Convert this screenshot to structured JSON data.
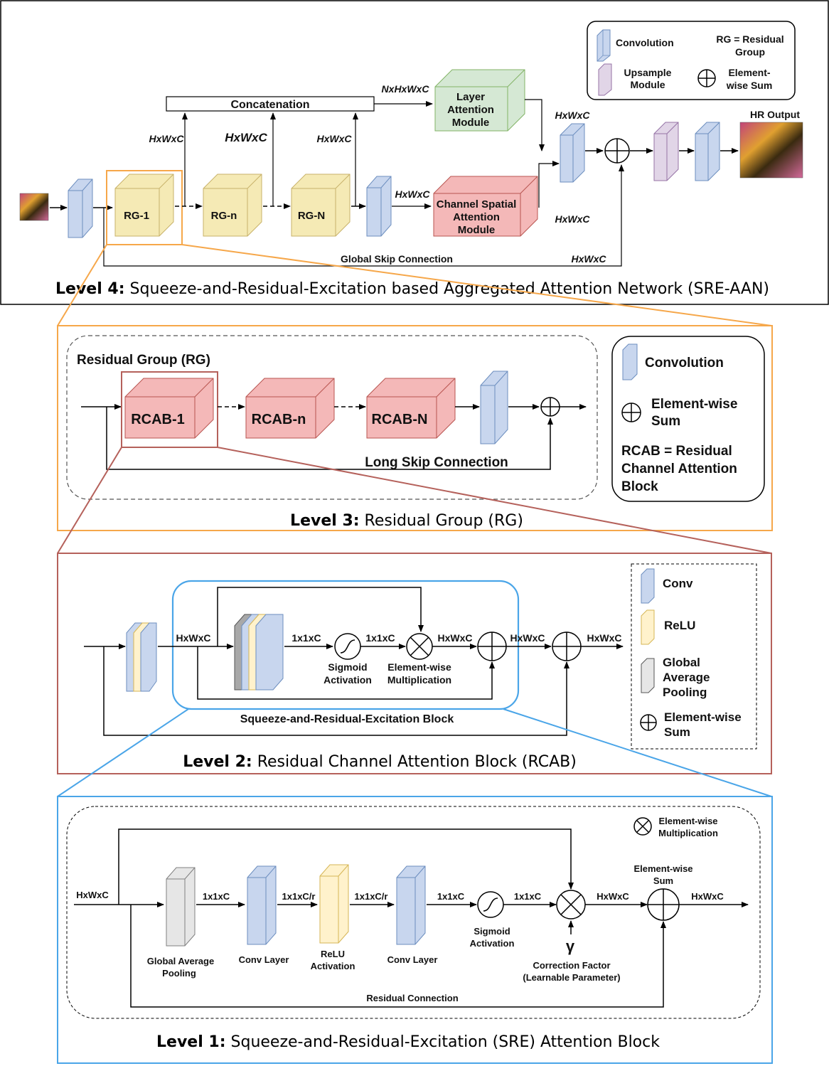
{
  "level4": {
    "caption_bold": "Level 4:",
    "caption_rest": " Squeeze-and-Residual-Excitation based Aggregated Attention Network (SRE-AAN)",
    "legend": {
      "convolution": "Convolution",
      "rg_line1": "RG = Residual",
      "rg_line2": "Group",
      "upsample_line1": "Upsample",
      "upsample_line2": "Module",
      "sum_line1": "Element-",
      "sum_line2": "wise Sum"
    },
    "concatenation": "Concatenation",
    "nhwc": "NxHxWxC",
    "lam_line1": "Layer",
    "lam_line2": "Attention",
    "lam_line3": "Module",
    "csam_line1": "Channel Spatial",
    "csam_line2": "Attention",
    "csam_line3": "Module",
    "rg1": "RG-1",
    "rgn": "RG-n",
    "rgN": "RG-N",
    "hwc_1": "HxWxC",
    "hwc_2": "HxWxC",
    "hwc_3": "HxWxC",
    "hwc_4": "HxWxC",
    "hwc_5": "HxWxC",
    "hwc_6": "HxWxC",
    "hwc_7": "HxWxC",
    "hr_output": "HR Output",
    "global_skip": "Global Skip Connection"
  },
  "level3": {
    "caption_bold": "Level 3:",
    "caption_rest": " Residual Group (RG)",
    "title": "Residual Group (RG)",
    "rcab1": "RCAB-1",
    "rcabn": "RCAB-n",
    "rcabN": "RCAB-N",
    "long_skip": "Long Skip Connection",
    "legend_conv": "Convolution",
    "legend_sum_1": "Element-wise",
    "legend_sum_2": "Sum",
    "legend_rcab_1": "RCAB = Residual",
    "legend_rcab_2": "Channel Attention",
    "legend_rcab_3": "Block"
  },
  "level2": {
    "caption_bold": "Level 2:",
    "caption_rest": " Residual Channel Attention Block (RCAB)",
    "hwc_in": "HxWxC",
    "c11_a": "1x1xC",
    "c11_b": "1x1xC",
    "hwc_mid": "HxWxC",
    "hwc_mid2": "HxWxC",
    "hwc_out": "HxWxC",
    "sigmoid_1": "Sigmoid",
    "sigmoid_2": "Activation",
    "ewm_1": "Element-wise",
    "ewm_2": "Multiplication",
    "sre_block": "Squeeze-and-Residual-Excitation Block",
    "legend_conv": "Conv",
    "legend_relu": "ReLU",
    "legend_gap_1": "Global",
    "legend_gap_2": "Average",
    "legend_gap_3": "Pooling",
    "legend_sum_1": "Element-wise",
    "legend_sum_2": "Sum"
  },
  "level1": {
    "caption_bold": "Level 1:",
    "caption_rest": " Squeeze-and-Residual-Excitation (SRE) Attention Block",
    "legend_ewm_1": "Element-wise",
    "legend_ewm_2": "Multiplication",
    "ews_1": "Element-wise",
    "ews_2": "Sum",
    "hwc_in": "HxWxC",
    "c_a": "1x1xC",
    "c_b": "1x1xC/r",
    "c_c": "1x1xC/r",
    "c_d": "1x1xC",
    "c_e": "1x1xC",
    "hwc_a": "HxWxC",
    "hwc_b": "HxWxC",
    "gap_1": "Global Average",
    "gap_2": "Pooling",
    "conv_1": "Conv Layer",
    "relu_1": "ReLU",
    "relu_2": "Activation",
    "conv_2": "Conv Layer",
    "sig_1": "Sigmoid",
    "sig_2": "Activation",
    "gamma": "γ",
    "corr_1": "Correction Factor",
    "corr_2": "(Learnable Parameter)",
    "residual": "Residual Connection"
  },
  "colors": {
    "conv_fill": "#c8d6ee",
    "conv_stroke": "#6c8ebf",
    "rg_fill": "#f5eab5",
    "rg_stroke": "#c8b26a",
    "rcab_fill": "#f4b8b8",
    "rcab_stroke": "#b85450",
    "lam_fill": "#d5e8d4",
    "lam_stroke": "#82b366",
    "up_fill": "#e1d5e7",
    "up_stroke": "#9673a6",
    "relu_fill": "#fff2cc",
    "relu_stroke": "#d6b656",
    "gap_fill": "#e6e6e6",
    "gap_stroke": "#808080",
    "level3_border": "#f6a74a",
    "level2_border": "#b5615b",
    "level1_border": "#4aa5e8"
  }
}
